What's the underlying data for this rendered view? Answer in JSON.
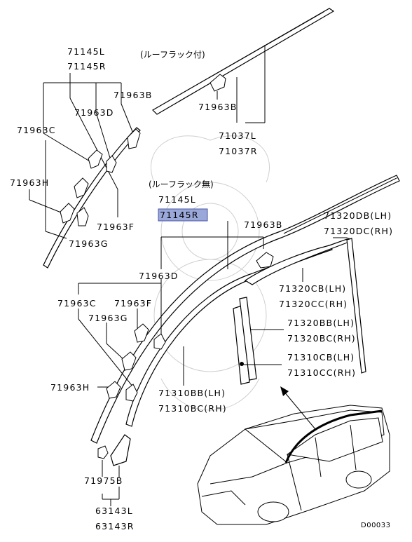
{
  "colors": {
    "highlight_fill": "#9aa7d9",
    "highlight_stroke": "#4a57a6"
  },
  "labels": {
    "top_l": "71145L",
    "top_r": "71145R",
    "roofrack_with": "(ルーフラック付)",
    "roofrack_without": "(ルーフラック無)",
    "clip_b_upper": "71963B",
    "clip_d_upper": "71963D",
    "clip_c_upper": "71963C",
    "clip_h_upper": "71963H",
    "clip_f_upper": "71963F",
    "clip_g_upper": "71963G",
    "clip_b_rack": "71963B",
    "molding_l": "71037L",
    "molding_r": "71037R",
    "mid_l": "71145L",
    "mid_r": "71145R",
    "clip_b_lower": "71963B",
    "clip_d_lower": "71963D",
    "clip_c_lower": "71963C",
    "clip_f_lower": "71963F",
    "clip_g_lower": "71963G",
    "clip_h_lower": "71963H",
    "db_lh": "71320DB(LH)",
    "dc_rh": "71320DC(RH)",
    "cb_lh": "71320CB(LH)",
    "cc_rh": "71320CC(RH)",
    "bb_lh": "71320BB(LH)",
    "bc_rh": "71320BC(RH)",
    "p310cb_lh": "71310CB(LH)",
    "p310cc_rh": "71310CC(RH)",
    "p310bb_lh": "71310BB(LH)",
    "p310bc_rh": "71310BC(RH)",
    "clip_75b": "71975B",
    "p63143l": "63143L",
    "p63143r": "63143R",
    "diagram_code": "D00033"
  }
}
